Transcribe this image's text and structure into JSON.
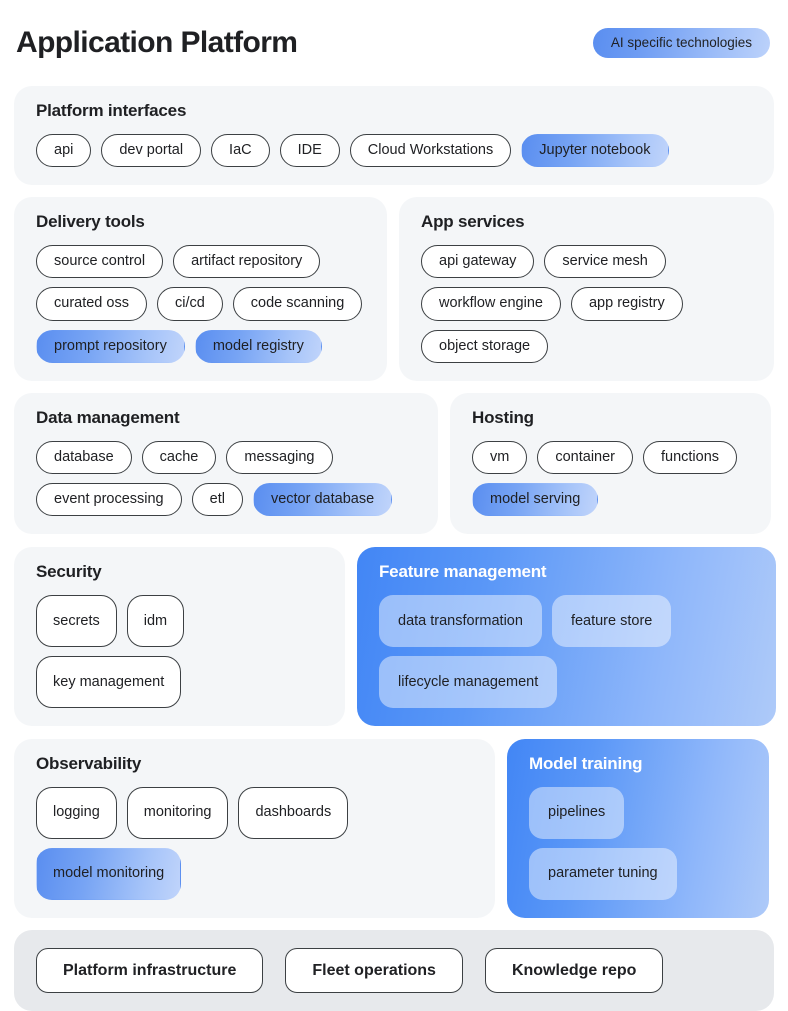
{
  "header": {
    "title": "Application Platform",
    "legend_label": "AI specific technologies"
  },
  "colors": {
    "ai_gradient_start": "#5a8ef0",
    "ai_gradient_end": "#c0d4fb",
    "panel_background": "#f4f6f8",
    "footer_panel_background": "#e7e9ec",
    "blue_panel_start": "#4286f5",
    "blue_panel_end": "#aecaf9",
    "chip_border": "#3c4043",
    "text": "#202124"
  },
  "sections": {
    "platform_interfaces": {
      "title": "Platform interfaces",
      "items": [
        {
          "label": "api",
          "ai": false
        },
        {
          "label": "dev portal",
          "ai": false
        },
        {
          "label": "IaC",
          "ai": false
        },
        {
          "label": "IDE",
          "ai": false
        },
        {
          "label": "Cloud Workstations",
          "ai": false
        },
        {
          "label": "Jupyter notebook",
          "ai": true
        }
      ]
    },
    "delivery_tools": {
      "title": "Delivery tools",
      "items": [
        {
          "label": "source control",
          "ai": false
        },
        {
          "label": "artifact repository",
          "ai": false
        },
        {
          "label": "curated oss",
          "ai": false
        },
        {
          "label": "ci/cd",
          "ai": false
        },
        {
          "label": "code scanning",
          "ai": false
        },
        {
          "label": "prompt repository",
          "ai": true
        },
        {
          "label": "model registry",
          "ai": true
        }
      ]
    },
    "app_services": {
      "title": "App services",
      "items": [
        {
          "label": "api gateway",
          "ai": false
        },
        {
          "label": "service mesh",
          "ai": false
        },
        {
          "label": "workflow engine",
          "ai": false
        },
        {
          "label": "app registry",
          "ai": false
        },
        {
          "label": "object storage",
          "ai": false
        }
      ]
    },
    "data_management": {
      "title": "Data management",
      "items": [
        {
          "label": "database",
          "ai": false
        },
        {
          "label": "cache",
          "ai": false
        },
        {
          "label": "messaging",
          "ai": false
        },
        {
          "label": "event processing",
          "ai": false
        },
        {
          "label": "etl",
          "ai": false
        },
        {
          "label": "vector database",
          "ai": true
        }
      ]
    },
    "hosting": {
      "title": "Hosting",
      "items": [
        {
          "label": "vm",
          "ai": false
        },
        {
          "label": "container",
          "ai": false
        },
        {
          "label": "functions",
          "ai": false
        },
        {
          "label": "model serving",
          "ai": true
        }
      ]
    },
    "security": {
      "title": "Security",
      "items": [
        {
          "label": "secrets",
          "ai": false
        },
        {
          "label": "idm",
          "ai": false
        },
        {
          "label": "key management",
          "ai": false
        }
      ]
    },
    "feature_management": {
      "title": "Feature management",
      "ai_panel": true,
      "items": [
        {
          "label": "data transformation",
          "ai": true
        },
        {
          "label": "feature store",
          "ai": true
        },
        {
          "label": "lifecycle management",
          "ai": true
        }
      ]
    },
    "observability": {
      "title": "Observability",
      "items": [
        {
          "label": "logging",
          "ai": false
        },
        {
          "label": "monitoring",
          "ai": false
        },
        {
          "label": "dashboards",
          "ai": false
        },
        {
          "label": "model monitoring",
          "ai": true
        }
      ]
    },
    "model_training": {
      "title": "Model training",
      "ai_panel": true,
      "items": [
        {
          "label": "pipelines",
          "ai": true
        },
        {
          "label": "parameter tuning",
          "ai": true
        }
      ]
    },
    "foundation": {
      "items": [
        {
          "label": "Platform infrastructure",
          "ai": false
        },
        {
          "label": "Fleet operations",
          "ai": false
        },
        {
          "label": "Knowledge repo",
          "ai": false
        }
      ]
    }
  }
}
